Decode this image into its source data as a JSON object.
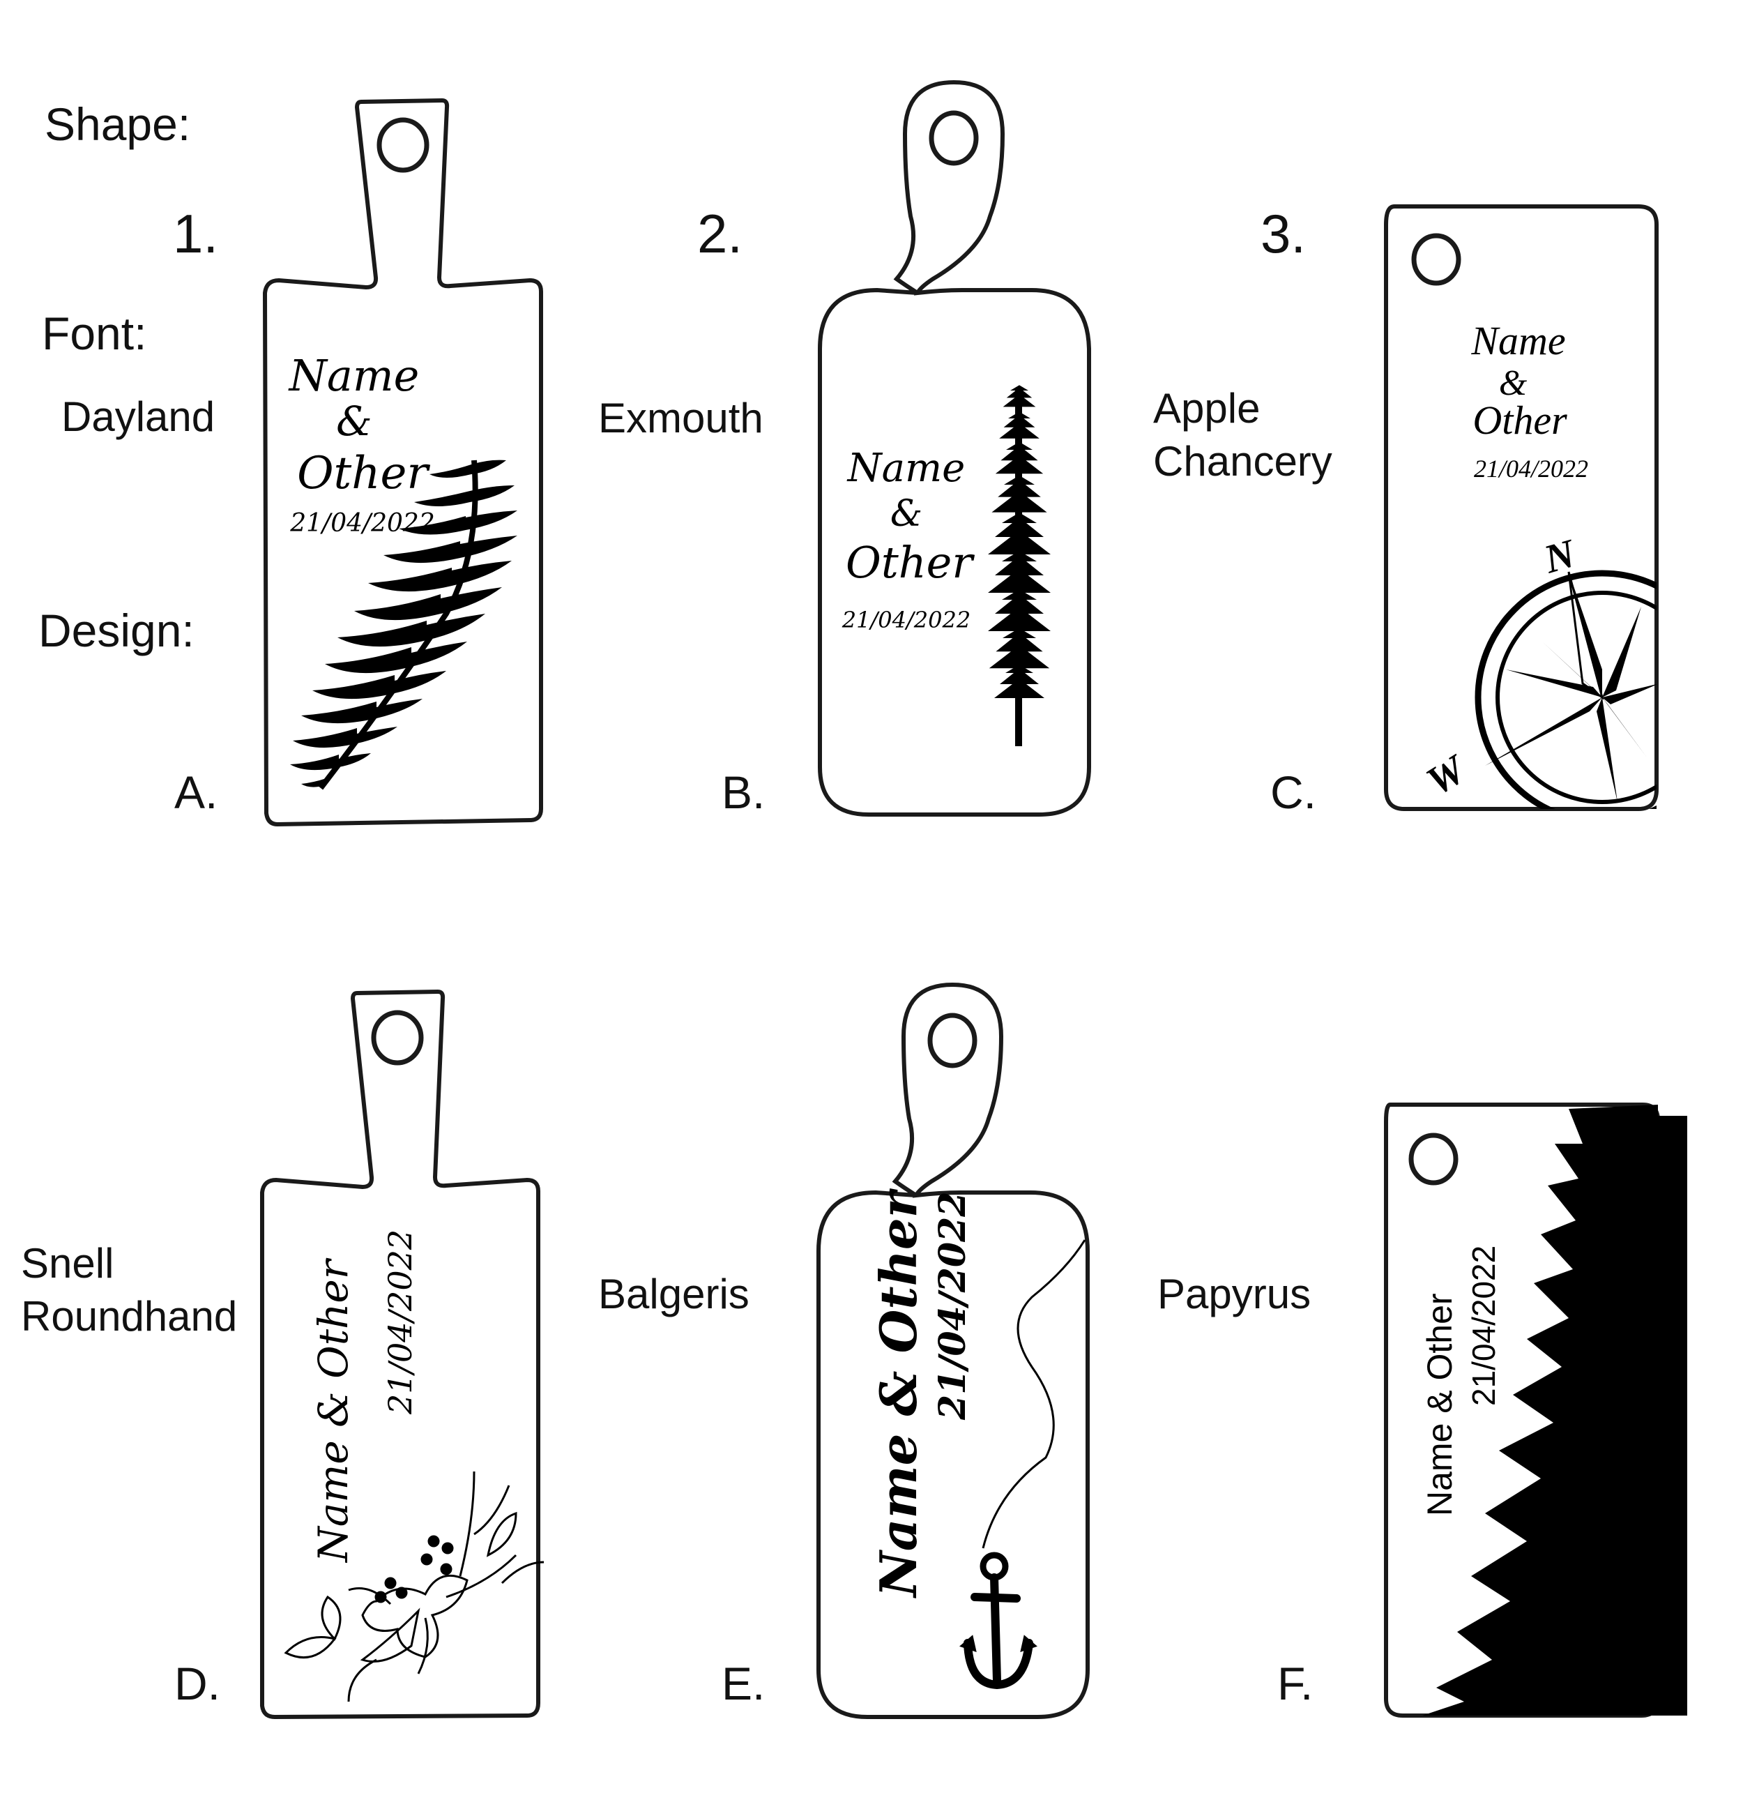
{
  "labels": {
    "shape": "Shape:",
    "font": "Font:",
    "design": "Design:"
  },
  "shapes": [
    "1.",
    "2.",
    "3."
  ],
  "fonts": [
    {
      "line1": "Dayland",
      "line2": ""
    },
    {
      "line1": "Exmouth",
      "line2": ""
    },
    {
      "line1": "Apple",
      "line2": "Chancery"
    },
    {
      "line1": "Snell",
      "line2": "Roundhand"
    },
    {
      "line1": "Balgeris",
      "line2": ""
    },
    {
      "line1": "Papyrus",
      "line2": ""
    }
  ],
  "designs": [
    "A.",
    "B.",
    "C.",
    "D.",
    "E.",
    "F."
  ],
  "engraving": {
    "name": "Name",
    "amp": "&",
    "other": "Other",
    "date": "21/04/2022",
    "combined": "Name & Other"
  },
  "compass": {
    "north": "N",
    "west": "W"
  },
  "colors": {
    "line": "#1a1a1a",
    "fill": "#000000",
    "background": "#ffffff"
  },
  "icons": [
    "fern-icon",
    "pine-tree-icon",
    "compass-rose-icon",
    "floral-icon",
    "anchor-icon",
    "forest-icon"
  ]
}
